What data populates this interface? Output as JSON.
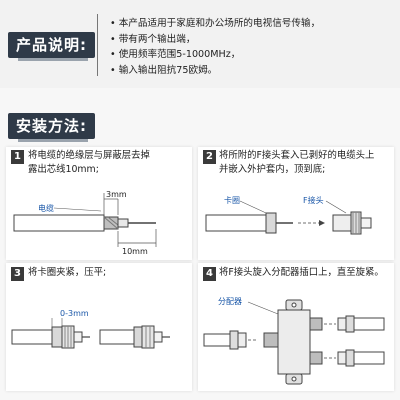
{
  "product_section": {
    "title": "产品说明:",
    "notes": [
      "本产品适用于家庭和办公场所的电视信号传输，",
      "带有两个输出端，",
      "使用频率范围5-1000MHz，",
      "输入输出阻抗75欧姆。"
    ]
  },
  "install_section": {
    "title": "安装方法:",
    "steps": [
      {
        "number": "1",
        "lines": [
          "将电缆的绝缘层与屏蔽层去掉",
          "露出芯线10mm;"
        ],
        "labels": {
          "cable": "电缆",
          "a": "3mm",
          "b": "10mm"
        }
      },
      {
        "number": "2",
        "lines": [
          "将所附的F接头套入已剥好的电缆头上",
          "并嵌入外护套内，顶到底;"
        ],
        "labels": {
          "ring": "卡圈",
          "f": "F接头"
        }
      },
      {
        "number": "3",
        "lines": [
          "将卡圈夹紧，压平;"
        ],
        "labels": {
          "gap": "0-3mm"
        }
      },
      {
        "number": "4",
        "lines": [
          "将F接头旋入分配器插口上，直至旋紧。"
        ],
        "labels": {
          "splitter": "分配器"
        }
      }
    ]
  },
  "colors": {
    "heading_bg": "#2f3a48",
    "accent_blue": "#1a57a8"
  }
}
